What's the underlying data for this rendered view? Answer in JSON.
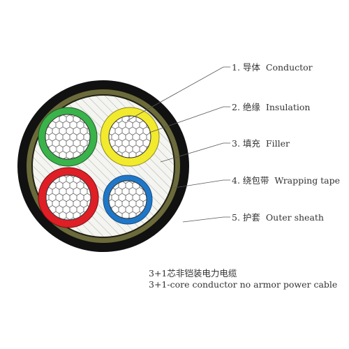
{
  "labels": [
    {
      "number": "1.",
      "zh": "导体",
      "en": "Conductor"
    },
    {
      "number": "2.",
      "zh": "绝缘",
      "en": "Insulation"
    },
    {
      "number": "3.",
      "zh": "填充",
      "en": "Filler"
    },
    {
      "number": "4.",
      "zh": "绕包带",
      "en": "Wrapping tape"
    },
    {
      "number": "5.",
      "zh": "护套",
      "en": "Outer sheath"
    }
  ],
  "caption": {
    "zh": "3+1芯非铠装电力电缆",
    "en": "3+1-core conductor no armor power cable"
  },
  "colors": {
    "outer_sheath": "#111111",
    "wrapping_tape": "#6b6a3a",
    "filler": "#f4f4f0",
    "green": "#39b34a",
    "yellow": "#f2ea2c",
    "red": "#e01e26",
    "blue": "#1f77c8",
    "conductor": "#ffffff",
    "conductor_wire": "#444444",
    "leader": "#555555"
  }
}
